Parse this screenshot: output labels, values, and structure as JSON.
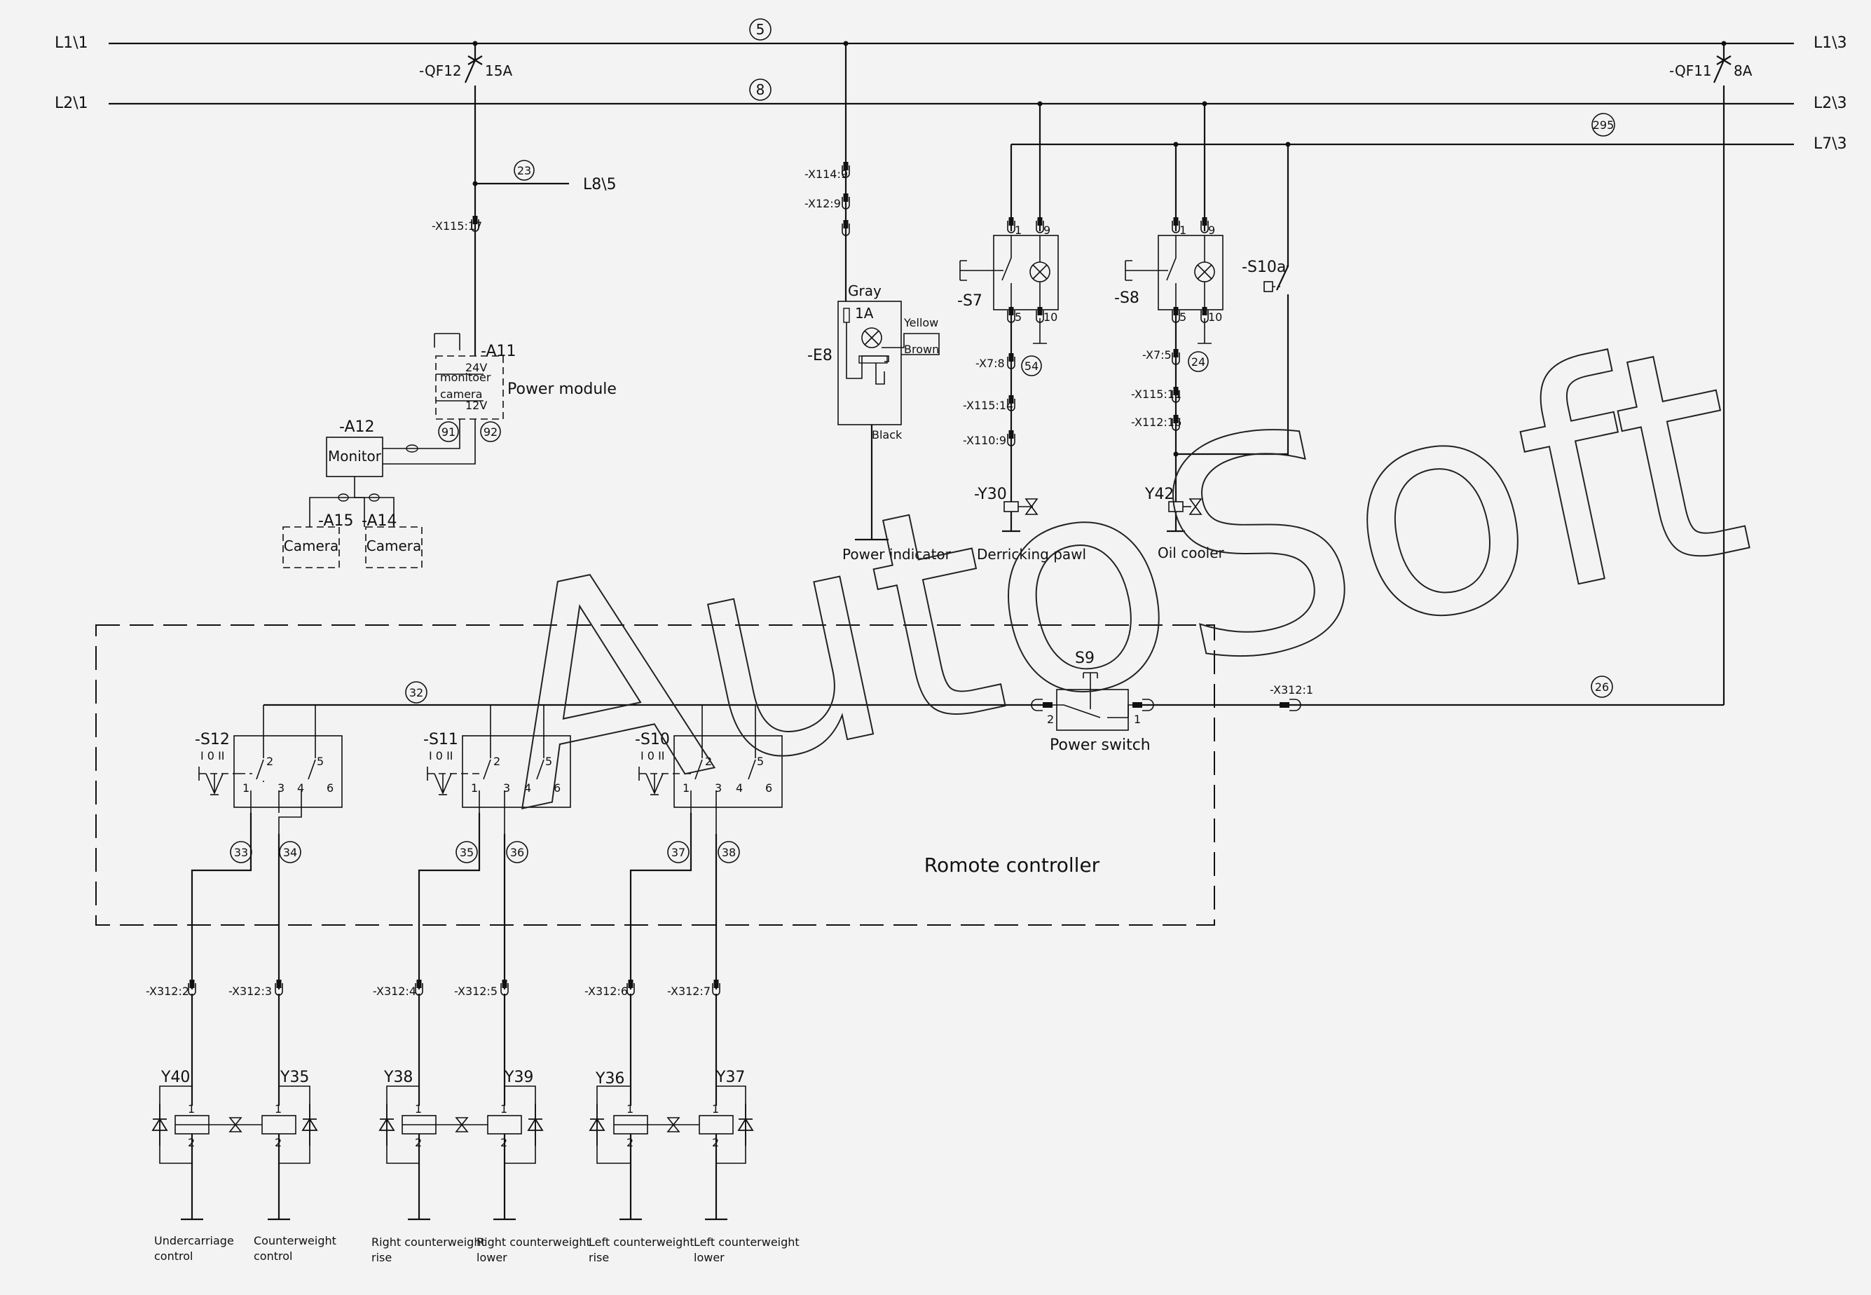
{
  "buses": {
    "l1_left": "L1\\1",
    "l1_right": "L1\\3",
    "l2_left": "L2\\1",
    "l2_right": "L2\\3",
    "l7_right": "L7\\3",
    "l8": "L8\\5"
  },
  "wire_numbers": {
    "w5": "5",
    "w8": "8",
    "w23": "23",
    "w295": "295",
    "w54": "54",
    "w24": "24",
    "w91": "91",
    "w92": "92",
    "w32": "32",
    "w26": "26",
    "w33": "33",
    "w34": "34",
    "w35": "35",
    "w36": "36",
    "w37": "37",
    "w38": "38"
  },
  "breakers": {
    "qf12": "-QF12",
    "qf12_rating": "15A",
    "qf11": "-QF11",
    "qf11_rating": "8A"
  },
  "connectors": {
    "x115_17": "-X115:17",
    "x114_9": "-X114:9",
    "x12_9": "-X12:9",
    "x7_8": "-X7:8",
    "x115_14": "-X115:14",
    "x110_9": "-X110:9",
    "x7_5": "-X7:5",
    "x115_11": "-X115:11",
    "x112_16": "-X112:16",
    "x312_1": "-X312:1",
    "x312_2": "-X312:2",
    "x312_3": "-X312:3",
    "x312_4": "-X312:4",
    "x312_5": "-X312:5",
    "x312_6": "-X312:6",
    "x312_7": "-X312:7"
  },
  "components": {
    "a11": "-A11",
    "a11_24v": "24V",
    "a11_monitor": "monitoer",
    "a11_camera": "camera",
    "a11_12v": "12V",
    "power_module": "Power module",
    "a12": "-A12",
    "monitor": "Monitor",
    "a15": "-A15",
    "a14": "-A14",
    "camera": "Camera",
    "e8": "-E8",
    "e8_fuse": "1A",
    "gray": "Gray",
    "yellow": "Yellow",
    "brown": "Brown",
    "black": "Black",
    "power_indicator": "Power indicator",
    "s7": "-S7",
    "s8": "-S8",
    "s10a": "-S10a",
    "y30": "-Y30",
    "derricking_pawl": "Derricking pawl",
    "y42": "Y42",
    "oil_cooler": "Oil cooler",
    "s9": "S9",
    "power_switch": "Power switch",
    "s12": "-S12",
    "s11": "-S11",
    "s10": "-S10",
    "switch_positions": "I 0 II",
    "remote_controller": "Romote controller",
    "y40": "Y40",
    "y35": "Y35",
    "y38": "Y38",
    "y39": "Y39",
    "y36": "Y36",
    "y37": "Y37"
  },
  "pins": {
    "p1": "1",
    "p2": "2",
    "p3": "3",
    "p4": "4",
    "p5": "5",
    "p6": "6",
    "p9": "9",
    "p10": "10"
  },
  "loads": {
    "undercarriage_1": "Undercarriage",
    "undercarriage_2": "control",
    "counterweight_1": "Counterweight",
    "counterweight_2": "control",
    "right_rise_1": "Right counterweight",
    "right_rise_2": "rise",
    "right_lower_1": "Right counterweight",
    "right_lower_2": "lower",
    "left_rise_1": "Left counterweight",
    "left_rise_2": "rise",
    "left_lower_1": "Left counterweight",
    "left_lower_2": "lower"
  },
  "watermark": "AutoSoft"
}
